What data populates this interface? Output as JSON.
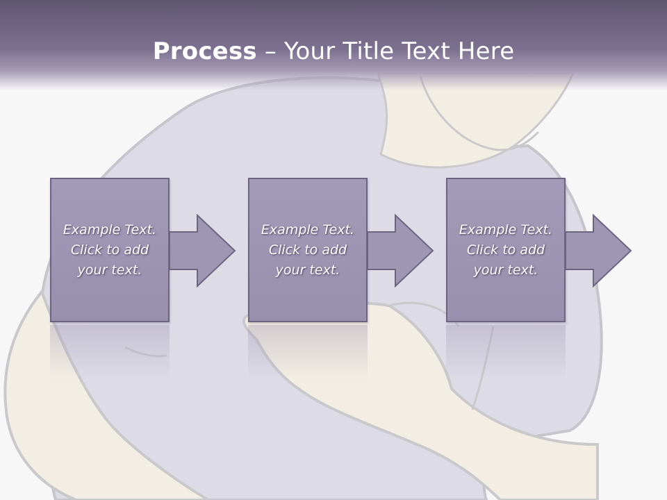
{
  "slide": {
    "title_bold": "Process",
    "title_rest": " – Your Title Text Here"
  },
  "steps": [
    {
      "line1": "Example Text.",
      "line2": "Click  to add",
      "line3": "your text."
    },
    {
      "line1": "Example Text.",
      "line2": "Click  to add",
      "line3": "your text."
    },
    {
      "line1": "Example Text.",
      "line2": "Click  to add",
      "line3": "your text."
    }
  ],
  "colors": {
    "header": "#7c7190",
    "box_fill": "#9e96b3",
    "box_border": "#6c6580",
    "shirt": "#dddce6",
    "skin": "#f3eee4"
  },
  "background_image": "person-holding-chest-illustration"
}
